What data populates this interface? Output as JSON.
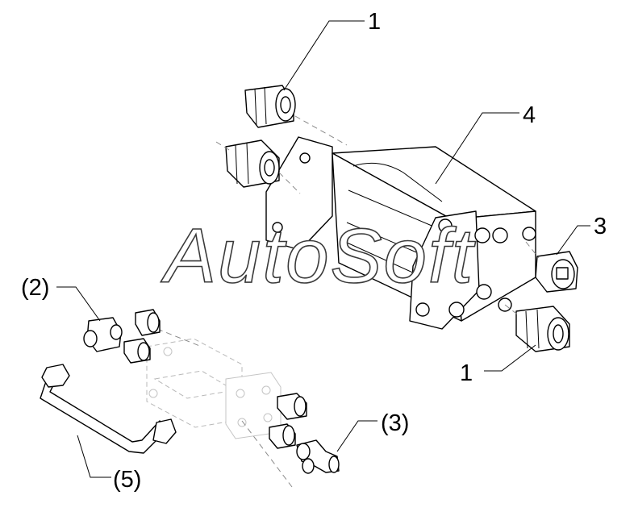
{
  "watermark": "AutoSoft",
  "callouts": {
    "top_fitting": "1",
    "bottom_fitting": "1",
    "block": "4",
    "plug": "3",
    "elbow": "(2)",
    "tee": "(3)",
    "tube": "(5)"
  },
  "colors": {
    "line": "#000000",
    "ghost": "#b8b8b8",
    "watermark_stroke": "#3a3a3a"
  }
}
